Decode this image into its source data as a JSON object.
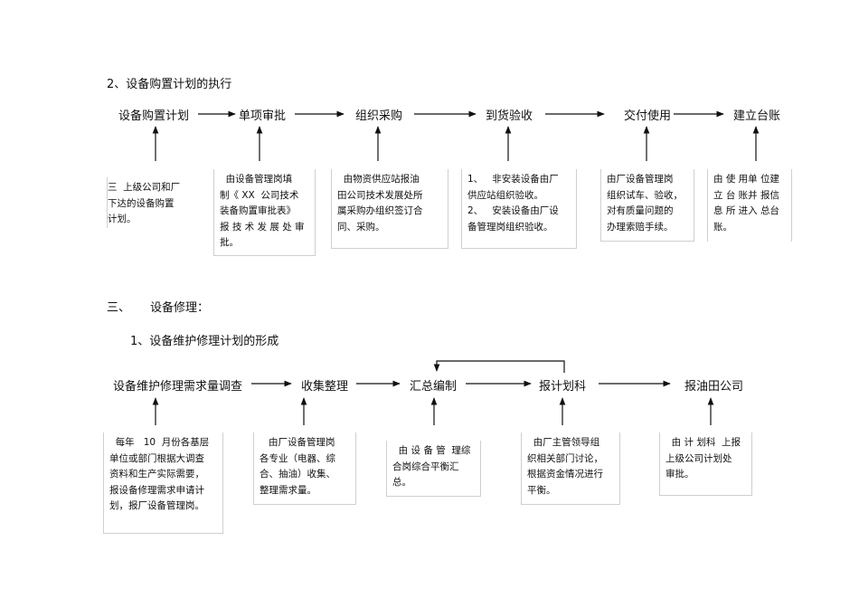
{
  "section_execution": {
    "heading": "2、设备购置计划的执行",
    "nodes": [
      "设备购置计划",
      "单项审批",
      "组织采购",
      "到货验收",
      "交付使用",
      "建立台账"
    ],
    "notes": [
      "三  上级公司和厂\n下达的设备购置\n计划。",
      "  由设备管理岗填\n制《 XX  公司技术\n装备购置审批表》\n报 技 术 发 展 处 审\n批。",
      "  由物资供应站报油\n田公司技术发展处所\n属采购办组织签订合\n同、采购。",
      "1、   非安装设备由厂\n供应站组织验收。\n2、   安装设备由厂设\n备管理岗组织验收。",
      "由厂设备管理岗\n组织试车、验收，\n对有质量问题的\n办理索赔手续。",
      "由 使 用单 位建\n立 台 账并 报信\n息 所 进入 总台\n账。"
    ]
  },
  "section_repair": {
    "heading_num": "三、",
    "heading": "设备修理：",
    "sub_heading": "1、设备维护修理计划的形成",
    "nodes": [
      "设备维护修理需求量调查",
      "收集整理",
      "汇总编制",
      "报计划科",
      "报油田公司"
    ],
    "notes": [
      "  每年   10  月份各基层\n单位或部门根据大调查\n资料和生产实际需要，\n报设备修理需求申请计\n划，报厂设备管理岗。",
      "   由厂设备管理岗\n各专业（电器、综\n合、抽油）收集、\n整理需求量。",
      "  由 设 备 管  理综\n合岗综合平衡汇\n总。",
      "  由厂主管领导组\n织相关部门讨论，\n根据资金情况进行\n平衡。",
      "  由 计 划科  上报\n上级公司计划处\n审批。"
    ]
  }
}
